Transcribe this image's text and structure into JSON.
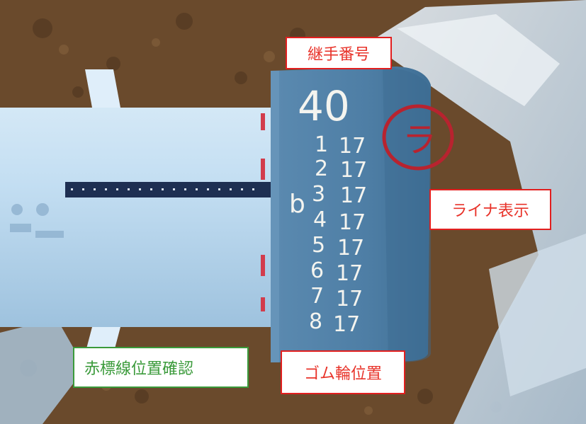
{
  "labels": {
    "joint_number": "継手番号",
    "liner_display": "ライナ表示",
    "red_line_check": "赤標線位置確認",
    "rubber_ring_position": "ゴム輪位置"
  },
  "handwriting": {
    "joint_no": "40",
    "liner_mark": "ラ",
    "side_mark": "b",
    "rows": [
      {
        "n": "1",
        "v": "17"
      },
      {
        "n": "2",
        "v": "17"
      },
      {
        "n": "3",
        "v": "17"
      },
      {
        "n": "4",
        "v": "17"
      },
      {
        "n": "5",
        "v": "17"
      },
      {
        "n": "6",
        "v": "17"
      },
      {
        "n": "7",
        "v": "17"
      },
      {
        "n": "8",
        "v": "17"
      }
    ]
  },
  "colors": {
    "soil": "#6a4a2c",
    "pipe": "#bcd9ee",
    "collar": "#4f7fa3",
    "red_border": "#e21f1f",
    "green_border": "#3a9a3a",
    "label_text": "#e8332a"
  }
}
